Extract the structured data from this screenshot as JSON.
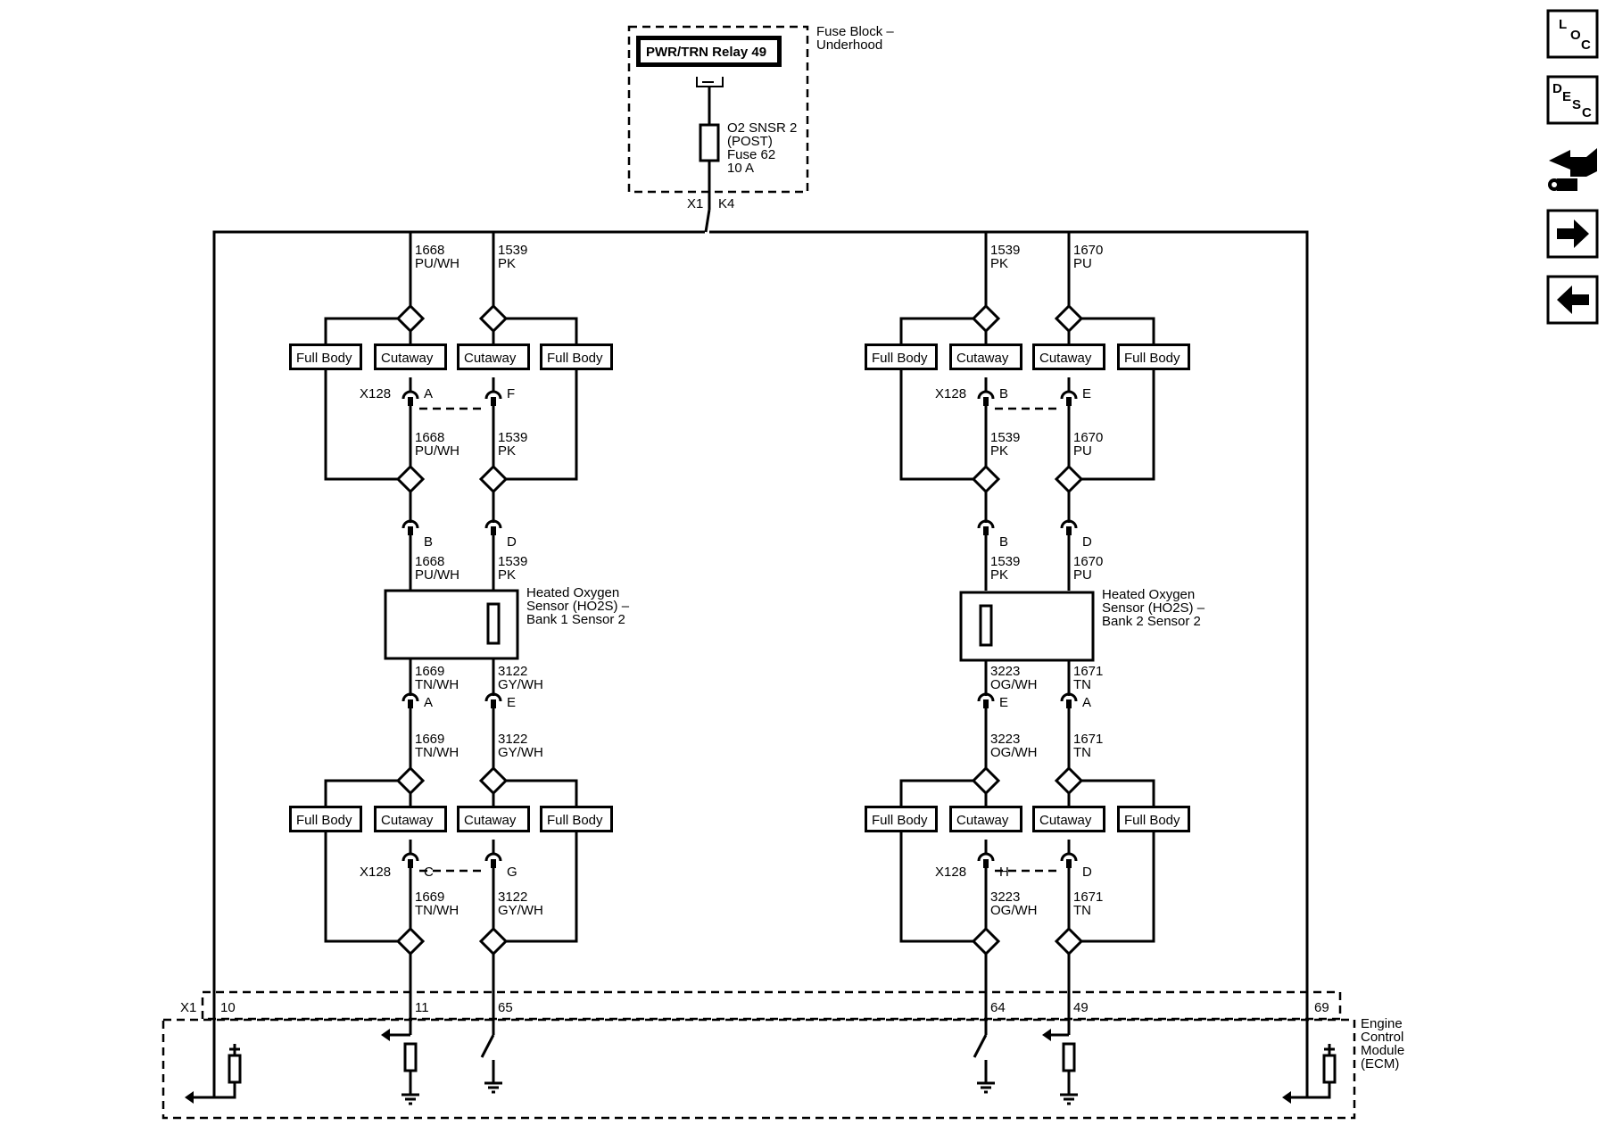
{
  "fuse_block": {
    "label": "Fuse Block –",
    "label2": "Underhood",
    "relay": "PWR/TRN Relay 49",
    "fuse_line1": "O2 SNSR 2",
    "fuse_line2": "(POST)",
    "fuse_line3": "Fuse 62",
    "fuse_line4": "10 A",
    "conn": "X1",
    "pin": "K4"
  },
  "variants": {
    "full": "Full Body",
    "cut": "Cutaway"
  },
  "connector": "X128",
  "sensor1": {
    "line1": "Heated Oxygen",
    "line2": "Sensor (HO2S)  –",
    "line3": "Bank 1 Sensor 2"
  },
  "sensor2": {
    "line1": "Heated Oxygen",
    "line2": "Sensor (HO2S)  –",
    "line3": "Bank 2 Sensor 2"
  },
  "ecm": {
    "line1": "Engine",
    "line2": "Control",
    "line3": "Module",
    "line4": "(ECM)",
    "conn": "X1",
    "pins": [
      "10",
      "11",
      "65",
      "64",
      "49",
      "69"
    ]
  },
  "wires": {
    "w1668": {
      "circuit": "1668",
      "color": "PU/WH"
    },
    "w1539": {
      "circuit": "1539",
      "color": "PK"
    },
    "w1670": {
      "circuit": "1670",
      "color": "PU"
    },
    "w1669": {
      "circuit": "1669",
      "color": "TN/WH"
    },
    "w3122": {
      "circuit": "3122",
      "color": "GY/WH"
    },
    "w3223": {
      "circuit": "3223",
      "color": "OG/WH"
    },
    "w1671": {
      "circuit": "1671",
      "color": "TN"
    }
  },
  "pins": {
    "a": "A",
    "b": "B",
    "c": "C",
    "d": "D",
    "e": "E",
    "f": "F",
    "g": "G",
    "h": "H"
  },
  "nav": {
    "loc1": "L",
    "loc2": "O",
    "loc3": "C",
    "desc1": "D",
    "desc2": "E",
    "desc3": "S",
    "desc4": "C"
  }
}
